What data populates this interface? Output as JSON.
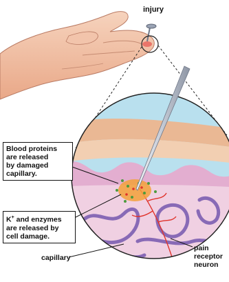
{
  "labels": {
    "injury": "injury",
    "blood_proteins": "Blood proteins\nare released\nby damaged\ncapillary.",
    "k_enzymes_prefix": "K",
    "k_enzymes_sup": "+",
    "k_enzymes_rest": " and enzymes\nare released by\ncell damage.",
    "capillary": "capillary",
    "pain_receptor": "pain\nreceptor\nneuron"
  },
  "colors": {
    "skin": "#f3c7ab",
    "skin_shadow": "#d99a7c",
    "epidermis": "#f4d9c0",
    "dermis": "#e7b7d3",
    "dermis_deep": "#c98fbd",
    "capillary": "#7d5fb2",
    "nerve": "#e0332b",
    "blood": "#f3a13a",
    "dots_green": "#4d9a3d",
    "tack": "#9aa3b4"
  }
}
